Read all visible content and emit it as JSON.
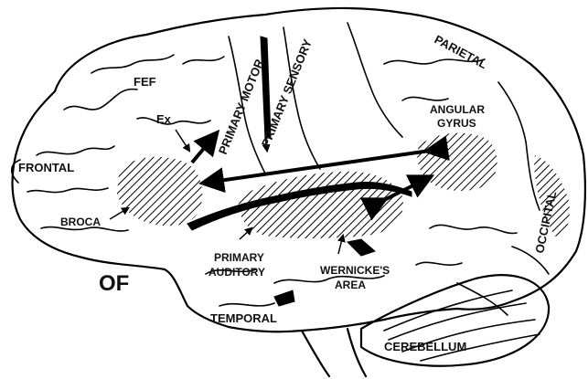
{
  "labels": {
    "fef": "FEF",
    "ex": "Ex",
    "frontal": "FRONTAL",
    "broca": "BROCA",
    "of": "OF",
    "primary_motor": "PRIMARY MOTOR",
    "primary_sensory": "PRIMARY SENSORY",
    "parietal": "PARIETAL",
    "angular_gyrus_1": "ANGULAR",
    "angular_gyrus_2": "GYRUS",
    "occipital": "OCCIPITAL",
    "primary_auditory_1": "PRIMARY",
    "primary_auditory_2": "AUDITORY",
    "wernicke_1": "WERNICKE'S",
    "wernicke_2": "AREA",
    "temporal": "TEMPORAL",
    "cerebellum": "CEREBELLUM"
  },
  "colors": {
    "ink": "#000000",
    "background": "#ffffff"
  }
}
